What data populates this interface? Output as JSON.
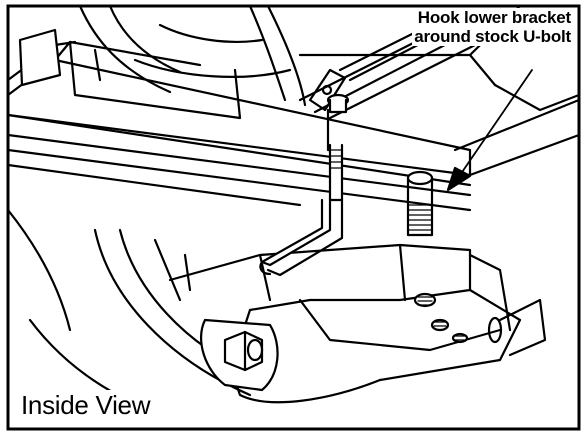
{
  "callout": {
    "line1": "Hook lower bracket",
    "line2": "around stock U-bolt"
  },
  "view_label": "Inside View"
}
